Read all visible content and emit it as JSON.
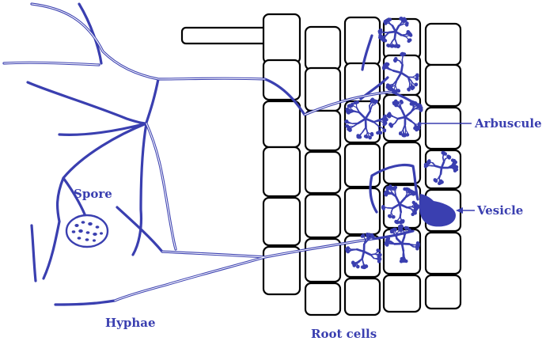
{
  "colors": {
    "structure": "#3a3fb0",
    "label": "#3a3fb0",
    "outline": "#000000",
    "background": "#ffffff"
  },
  "labels": {
    "spore": "Spore",
    "hyphae": "Hyphae",
    "root_cells": "Root cells",
    "arbuscule": "Arbuscule",
    "vesicle": "Vesicle"
  }
}
